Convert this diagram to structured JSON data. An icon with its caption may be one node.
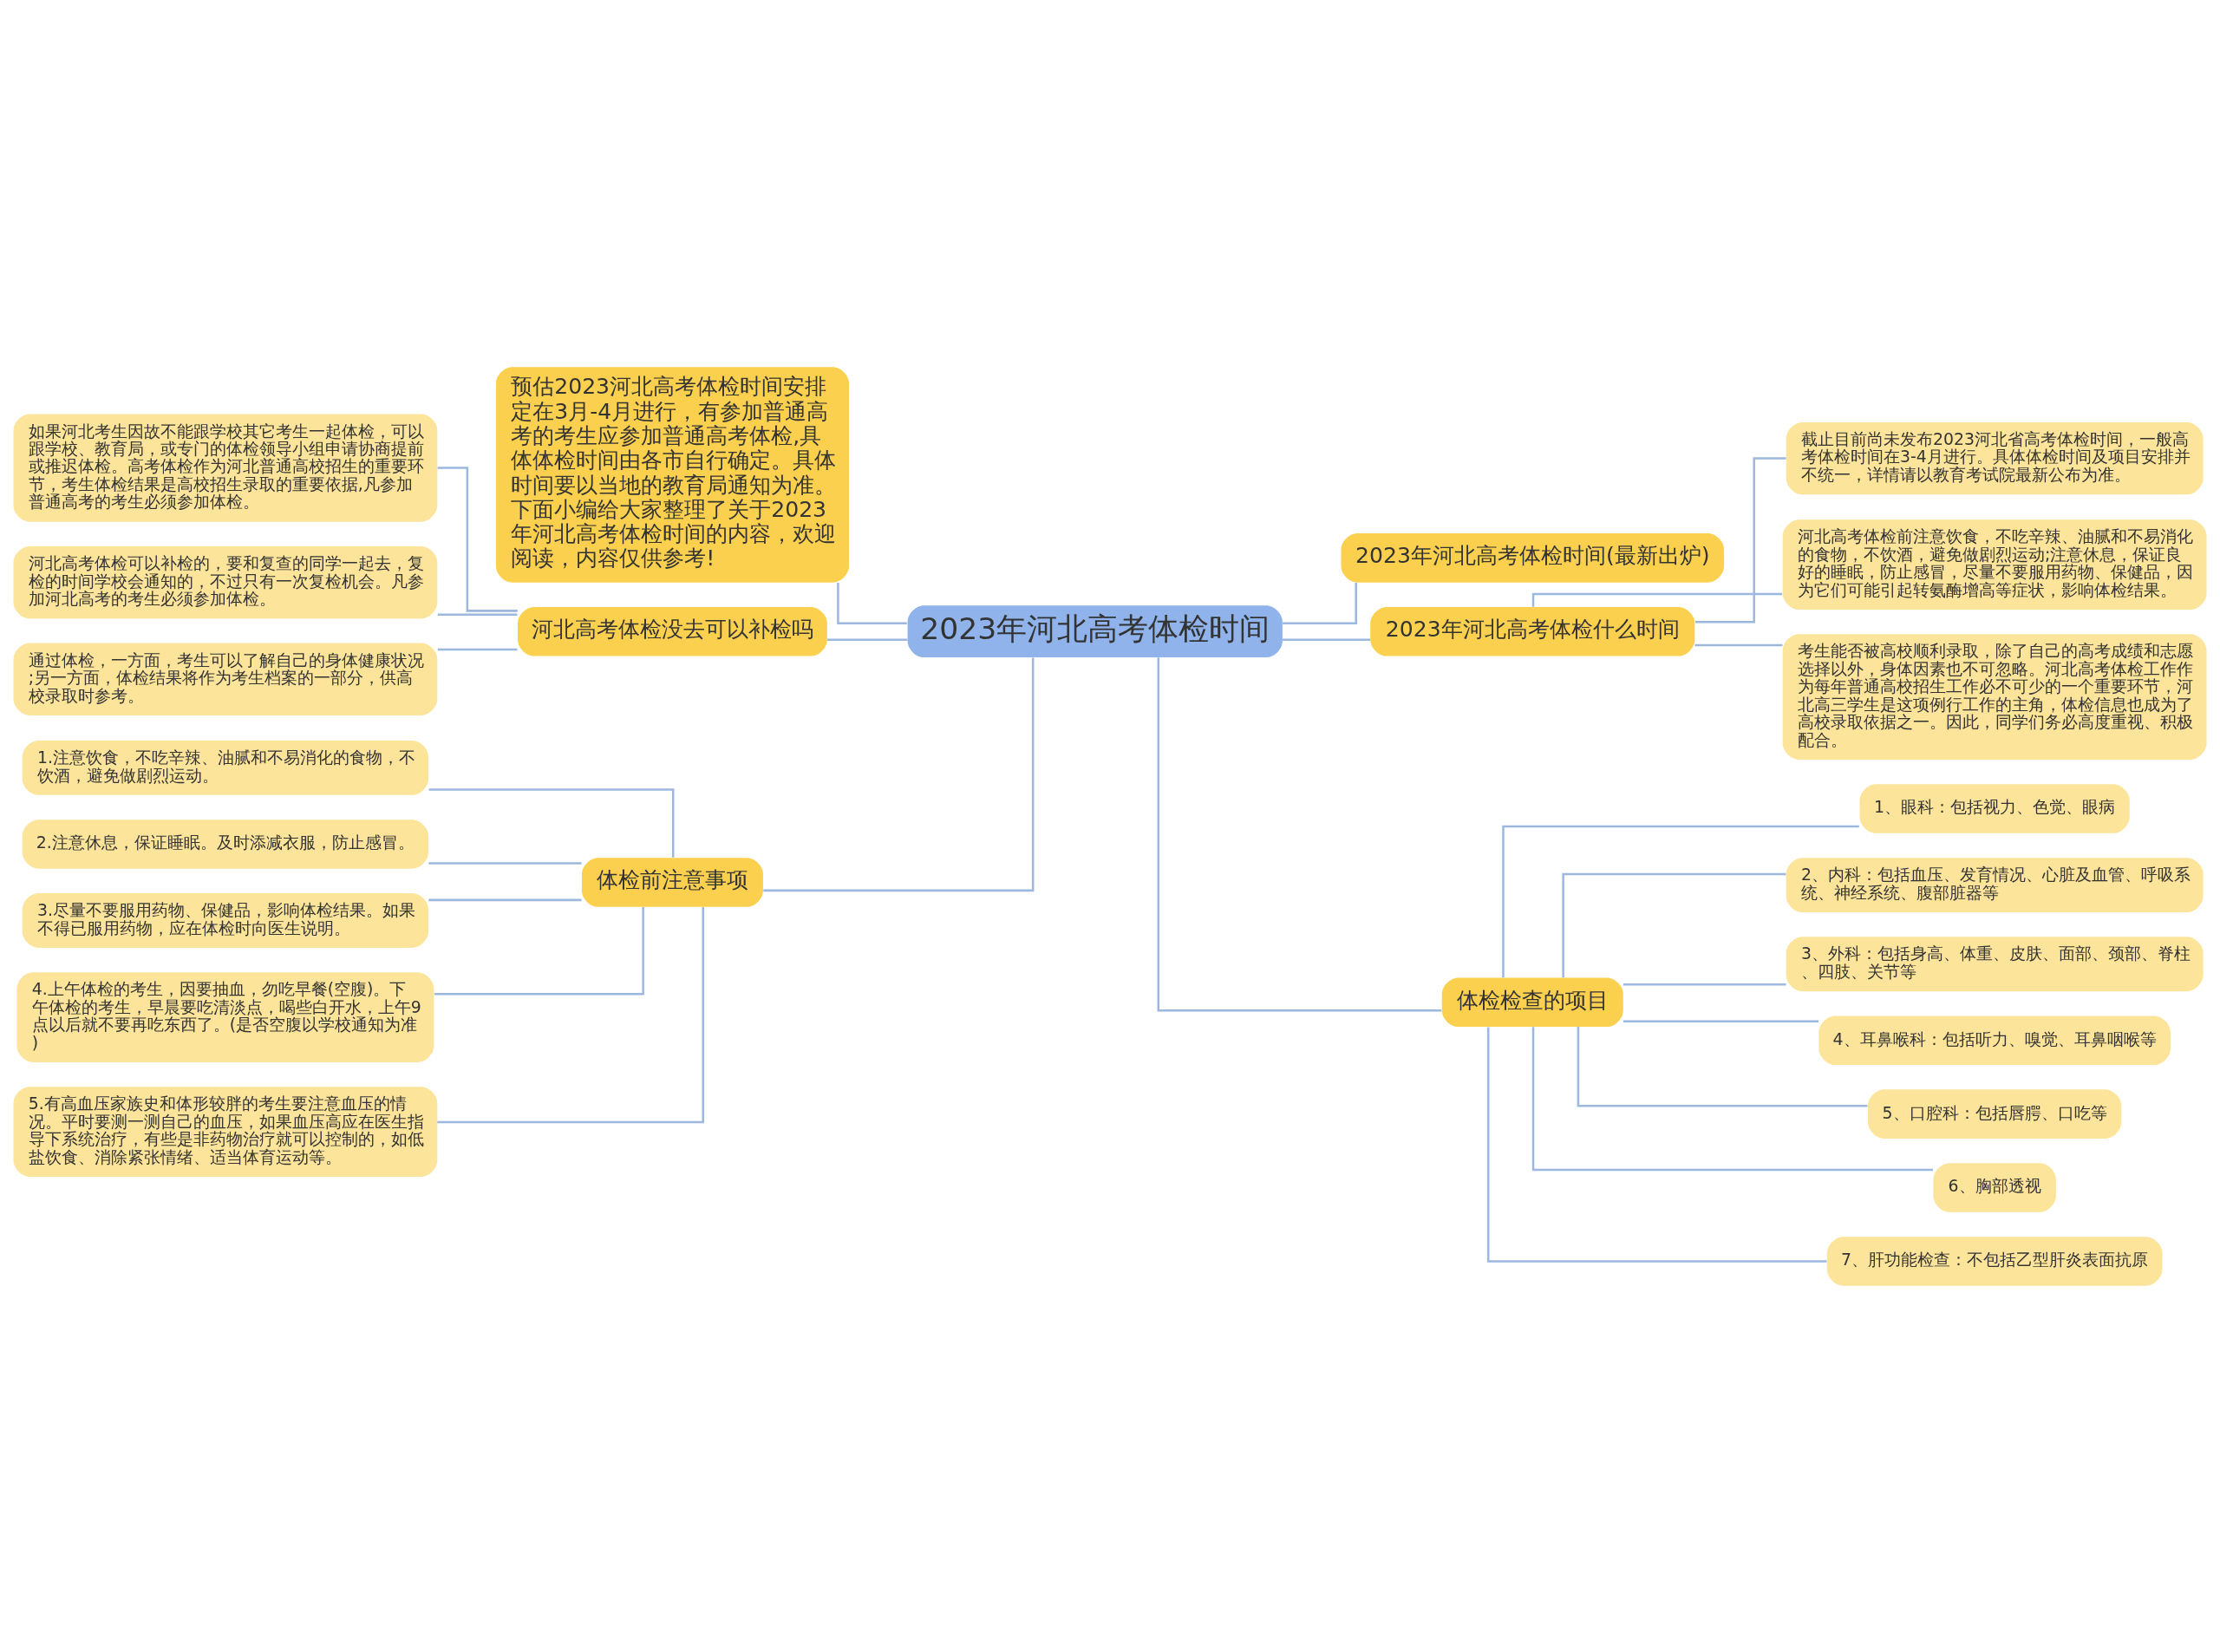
{
  "diagram": {
    "nodes": [
      {
        "text": [
          "2023年河北高考体检时间"
        ]
      },
      {
        "text": [
          "预估2023河北高考体检时间安排定在3月-4月进行，有参加普通高考的考生应参加普通高考体检,具体体检时间由各市自行确定。具体时间要以当地的教育局通知为准。下面小编给大家整理了关于2023年河北高考体检时间的内容，欢迎阅读，内容仅供参考!"
        ]
      },
      {
        "text": [
          "河北高考体检没去可以补检吗"
        ]
      },
      {
        "text": [
          "如果河北考生因故不能跟学校其它考生一起体检，可以跟学校、教育局，或专门的体检领导小组申请协商提前或推迟体检。高考体检作为河北普通高校招生的重要环节，考生体检结果是高校招生录取的重要依据,凡参加普通高考的考生必须参加体检。"
        ]
      },
      {
        "text": [
          "河北高考体检可以补检的，要和复查的同学一起去，复检的时间学校会通知的，不过只有一次复检机会。凡参加河北高考的考生必须参加体检。"
        ]
      },
      {
        "text": [
          "通过体检，一方面，考生可以了解自己的身体健康状况;另一方面，体检结果将作为考生档案的一部分，供高校录取时参考。"
        ]
      },
      {
        "text": [
          "体检前注意事项"
        ]
      },
      {
        "text": [
          "1.注意饮食，不吃辛辣、油腻和不易消化的食物，不饮酒，避免做剧烈运动。"
        ]
      },
      {
        "text": [
          "2.注意休息，保证睡眠。及时添减衣服，防止感冒。"
        ]
      },
      {
        "text": [
          "3.尽量不要服用药物、保健品，影响体检结果。如果不得已服用药物，应在体检时向医生说明。"
        ]
      },
      {
        "text": [
          "4.上午体检的考生，因要抽血，勿吃早餐(空腹)。下午体检的考生，早晨要吃清淡点，喝些白开水，上午9点以后就不要再吃东西了。(是否空腹以学校通知为准)"
        ]
      },
      {
        "text": [
          "5.有高血压家族史和体形较胖的考生要注意血压的情况。平时要测一测自己的血压，如果血压高应在医生指导下系统治疗，有些是非药物治疗就可以控制的，如低盐饮食、消除紧张情绪、适当体育运动等。"
        ]
      },
      {
        "text": [
          "2023年河北高考体检时间(最新出炉)"
        ]
      },
      {
        "text": [
          "2023年河北高考体检什么时间"
        ]
      },
      {
        "text": [
          "截止目前尚未发布2023河北省高考体检时间，一般高考体检时间在3-4月进行。具体体检时间及项目安排并不统一，详情请以教育考试院最新公布为准。"
        ]
      },
      {
        "text": [
          "河北高考体检前注意饮食，不吃辛辣、油腻和不易消化的食物，不饮酒，避免做剧烈运动;注意休息，保证良好的睡眠，防止感冒，尽量不要服用药物、保健品，因为它们可能引起转氨酶增高等症状，影响体检结果。"
        ]
      },
      {
        "text": [
          "考生能否被高校顺利录取，除了自己的高考成绩和志愿选择以外，身体因素也不可忽略。河北高考体检工作作为每年普通高校招生工作必不可少的一个重要环节，河北高三学生是这项例行工作的主角，体检信息也成为了高校录取依据之一。因此，同学们务必高度重视、积极配合。"
        ]
      },
      {
        "text": [
          "体检检查的项目"
        ]
      },
      {
        "text": [
          "1、眼科：包括视力、色觉、眼病"
        ]
      },
      {
        "text": [
          "2、内科：包括血压、发育情况、心脏及血管、呼吸系统、神经系统、腹部脏器等"
        ]
      },
      {
        "text": [
          "3、外科：包括身高、体重、皮肤、面部、颈部、脊柱、四肢、关节等"
        ]
      },
      {
        "text": [
          "4、耳鼻喉科：包括听力、嗅觉、耳鼻咽喉等"
        ]
      },
      {
        "text": [
          "5、口腔科：包括唇腭、口吃等"
        ]
      },
      {
        "text": [
          "6、胸部透视"
        ]
      },
      {
        "text": [
          "7、肝功能检查：不包括乙型肝炎表面抗原"
        ]
      }
    ],
    "edges": [
      {
        "from": 0,
        "to": 1,
        "arrow": "none"
      },
      {
        "from": 0,
        "to": 2,
        "arrow": "none"
      },
      {
        "from": 2,
        "to": 3,
        "arrow": "none"
      },
      {
        "from": 2,
        "to": 4,
        "arrow": "none"
      },
      {
        "from": 2,
        "to": 5,
        "arrow": "none"
      },
      {
        "from": 0,
        "to": 6,
        "arrow": "none"
      },
      {
        "from": 6,
        "to": 7,
        "arrow": "none"
      },
      {
        "from": 6,
        "to": 8,
        "arrow": "none"
      },
      {
        "from": 6,
        "to": 9,
        "arrow": "none"
      },
      {
        "from": 6,
        "to": 10,
        "arrow": "none"
      },
      {
        "from": 6,
        "to": 11,
        "arrow": "none"
      },
      {
        "from": 0,
        "to": 12,
        "arrow": "none"
      },
      {
        "from": 0,
        "to": 13,
        "arrow": "none"
      },
      {
        "from": 13,
        "to": 14,
        "arrow": "none"
      },
      {
        "from": 13,
        "to": 15,
        "arrow": "none"
      },
      {
        "from": 13,
        "to": 16,
        "arrow": "none"
      },
      {
        "from": 0,
        "to": 17,
        "arrow": "none"
      },
      {
        "from": 17,
        "to": 18,
        "arrow": "none"
      },
      {
        "from": 17,
        "to": 19,
        "arrow": "none"
      },
      {
        "from": 17,
        "to": 20,
        "arrow": "none"
      },
      {
        "from": 17,
        "to": 21,
        "arrow": "none"
      },
      {
        "from": 17,
        "to": 22,
        "arrow": "none"
      },
      {
        "from": 17,
        "to": 23,
        "arrow": "none"
      },
      {
        "from": 17,
        "to": 24,
        "arrow": "none"
      }
    ]
  }
}
